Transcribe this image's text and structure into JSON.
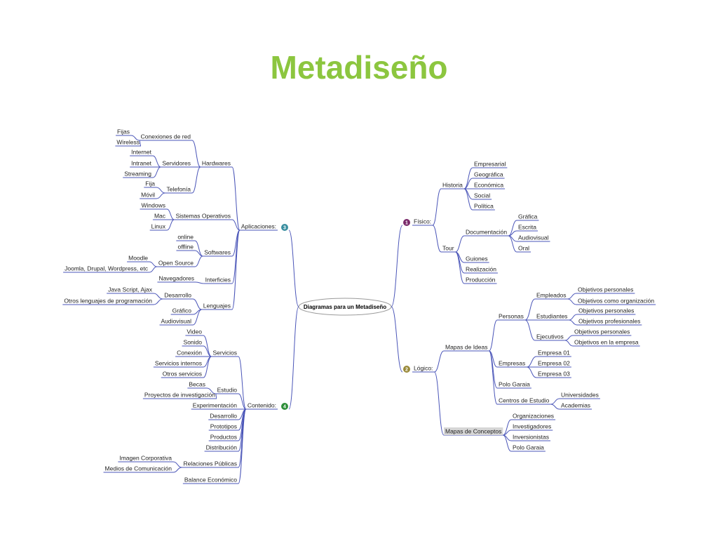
{
  "slide": {
    "title": "Metadiseño"
  },
  "mindmap": {
    "root": "Diagramas para un Metadiseño",
    "colors": {
      "line": "#4a55b8",
      "title": "#8cc63f",
      "badge_green": "#2f8f3a",
      "badge_teal": "#3a8fa0",
      "badge_purple": "#7a2a6a",
      "badge_olive": "#9a8a3a",
      "highlight": "#d6d6d6"
    },
    "badges": {
      "aplicaciones": "3",
      "contenido": "4",
      "fisico": "1",
      "logico": "2"
    },
    "aplicaciones": {
      "label": "Aplicaciones:",
      "hardwares": {
        "label": "Hardwares",
        "conexiones": {
          "label": "Conexiones de red",
          "items": [
            "Fijas",
            "Wireless"
          ]
        },
        "servidores": {
          "label": "Servidores",
          "items": [
            "Internet",
            "Intranet",
            "Streaming"
          ]
        },
        "telefonia": {
          "label": "Telefonía",
          "items": [
            "Fija",
            "Móvil"
          ]
        }
      },
      "sistemas": {
        "label": "Sistemas Operativos",
        "items": [
          "Windows",
          "Mac",
          "Linux"
        ]
      },
      "softwares": {
        "label": "Softwares",
        "items": [
          "online",
          "offline"
        ],
        "open_source": {
          "label": "Open Source",
          "items": [
            "Moodle",
            "Joomla, Drupal, Wordpress, etc"
          ]
        }
      },
      "interficies": {
        "label": "Interficies",
        "items": [
          "Navegadores"
        ]
      },
      "lenguajes": {
        "label": "Lenguajes",
        "desarrollo": {
          "label": "Desarrollo",
          "items": [
            "Java Script, Ajax",
            "Otros lenguajes de programación"
          ]
        },
        "items": [
          "Gráfico",
          "Audiovisual"
        ]
      }
    },
    "contenido": {
      "label": "Contenido:",
      "servicios": {
        "label": "Servicios",
        "items": [
          "Video",
          "Sonido",
          "Conexión",
          "Servicios internos",
          "Otros servicios"
        ]
      },
      "estudio": {
        "label": "Estudio",
        "items": [
          "Becas",
          "Proyectos de investigación"
        ]
      },
      "items": [
        "Experimentación",
        "Desarrollo",
        "Prototipos",
        "Productos",
        "Distribución"
      ],
      "relaciones": {
        "label": "Relaciones Públicas",
        "items": [
          "Imagen Corporativa",
          "Medios de Comunicación"
        ]
      },
      "balance": "Balance Económico"
    },
    "fisico": {
      "label": "Físico:",
      "historia": {
        "label": "Historia",
        "items": [
          "Empresarial",
          "Geográfica",
          "Económica",
          "Social",
          "Política"
        ]
      },
      "tour": {
        "label": "Tour",
        "documentacion": {
          "label": "Documentación",
          "items": [
            "Gráfica",
            "Escrita",
            "Audiovisual",
            "Oral"
          ]
        },
        "items": [
          "Guiones",
          "Realización",
          "Producción"
        ]
      }
    },
    "logico": {
      "label": "Lógico:",
      "mapas_ideas": {
        "label": "Mapas de Ideas",
        "personas": {
          "label": "Personas",
          "empleados": {
            "label": "Empleados",
            "items": [
              "Objetivos personales",
              "Objetivos como organización"
            ]
          },
          "estudiantes": {
            "label": "Estudiantes",
            "items": [
              "Objetivos personales",
              "Objetivos profesionales"
            ]
          },
          "ejecutivos": {
            "label": "Ejecutivos",
            "items": [
              "Objetivos personales",
              "Objetivos en la empresa"
            ]
          }
        },
        "empresas": {
          "label": "Empresas",
          "items": [
            "Empresa 01",
            "Empresa 02",
            "Empresa 03"
          ]
        },
        "polo": "Polo Garaia",
        "centros": {
          "label": "Centros de Estudio",
          "items": [
            "Universidades",
            "Academias"
          ]
        }
      },
      "mapas_conceptos": {
        "label": "Mapas de Conceptos",
        "items": [
          "Organizaciones",
          "Investigadores",
          "Inversionistas",
          "Polo Garaia"
        ]
      }
    }
  }
}
